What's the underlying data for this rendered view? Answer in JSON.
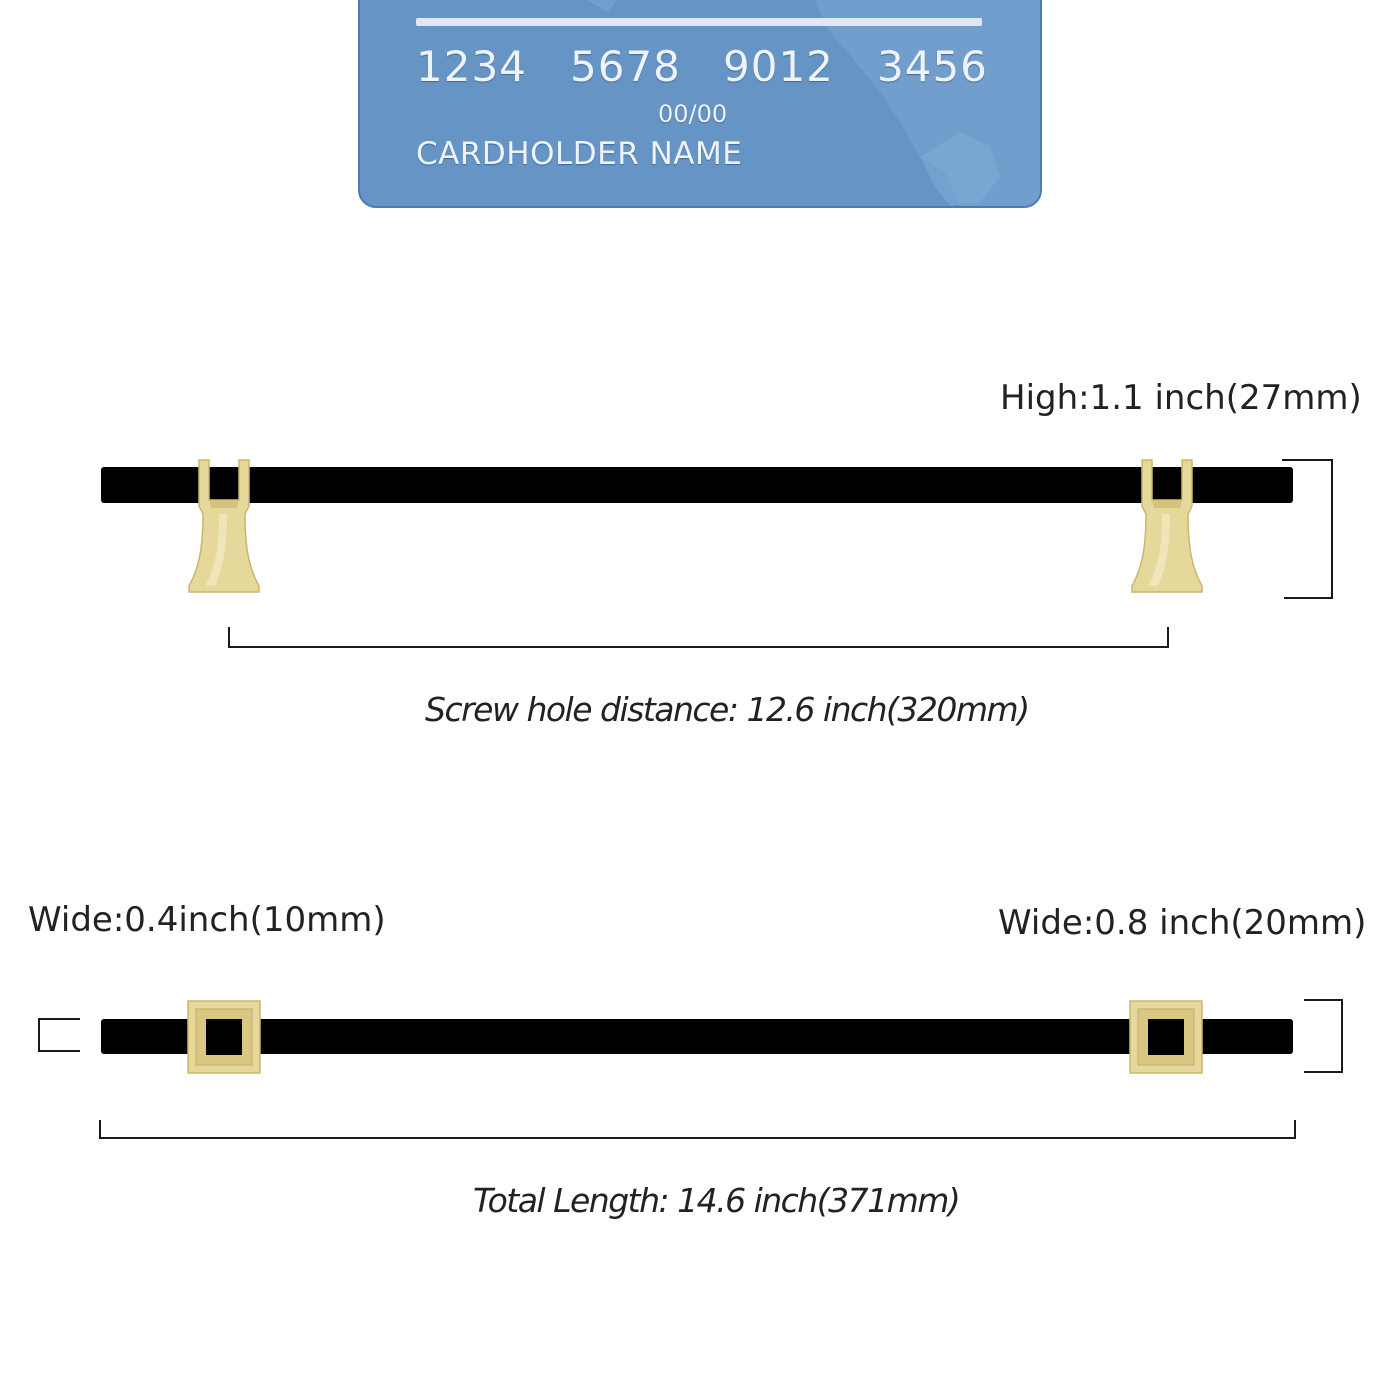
{
  "card": {
    "number_groups": [
      "1234",
      "5678",
      "9012",
      "3456"
    ],
    "expiry": "00/00",
    "holder": "CARDHOLDER NAME"
  },
  "side_view": {
    "height_label": "High:1.1 inch(27mm)",
    "screw_hole_label": "Screw hole distance: 12.6  inch(320mm)"
  },
  "top_view": {
    "left_width_label": "Wide:0.4inch(10mm)",
    "right_width_label": "Wide:0.8 inch(20mm)",
    "total_length_label": "Total Length:  14.6  inch(371mm)"
  },
  "colors": {
    "handle": "#000000",
    "brass": "#e6d79a",
    "card": "#6695c5"
  }
}
